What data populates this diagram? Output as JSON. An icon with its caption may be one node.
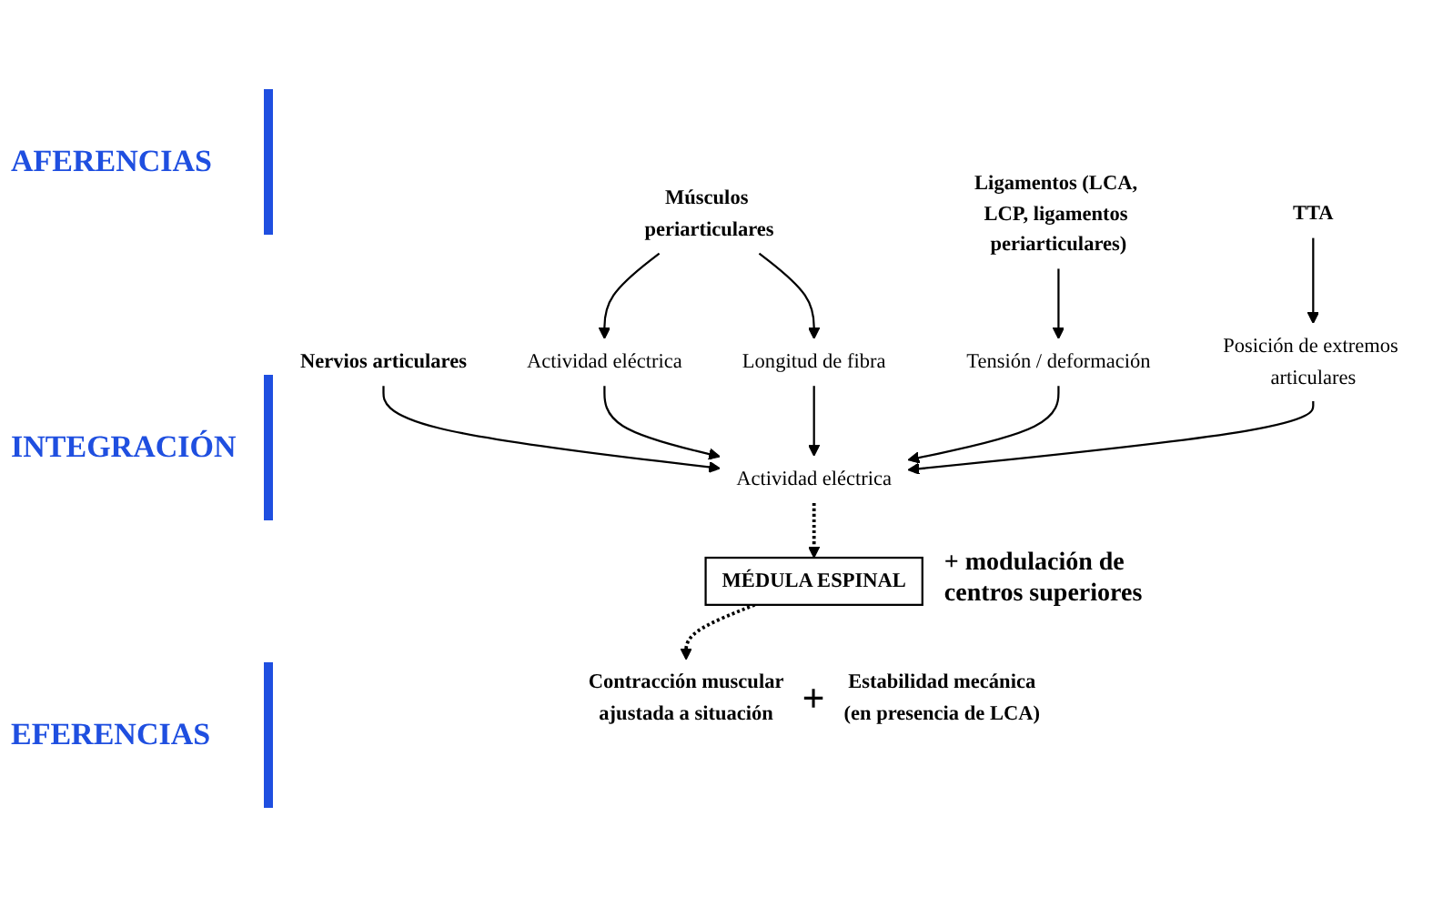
{
  "diagram": {
    "nodes": [
      {
        "text": [
          "Músculos periarticulares"
        ]
      },
      {
        "text": [
          "Nervios articulares"
        ]
      },
      {
        "text": [
          "Ligamentos (LCA, LCP, ligamentos periarticulares)"
        ]
      },
      {
        "text": [
          "TTA"
        ]
      },
      {
        "text": [
          "Actividad eléctrica"
        ]
      },
      {
        "text": [
          "Longitud de fibra"
        ]
      },
      {
        "text": [
          "Tensión / deformación"
        ]
      },
      {
        "text": [
          "Posición de extremos articulares"
        ]
      },
      {
        "text": [
          "Actividad eléctrica"
        ]
      },
      {
        "text": [
          "MÉDULA ESPINAL"
        ],
        "beside": [
          "+ modulación de centros superiores"
        ]
      },
      {
        "text": [
          "Contracción muscular",
          "ajustada a situación"
        ]
      },
      {
        "text": [
          "Estabilidad mecánica",
          "(en presencia de LCA)"
        ]
      }
    ],
    "edges": [
      {
        "from": 0,
        "to": 4,
        "arrow": "to"
      },
      {
        "from": 0,
        "to": 5,
        "arrow": "to"
      },
      {
        "from": 1,
        "to": 8,
        "arrow": "to"
      },
      {
        "from": 2,
        "to": 6,
        "arrow": "to"
      },
      {
        "from": 3,
        "to": 7,
        "arrow": "to"
      },
      {
        "from": 4,
        "to": 8,
        "arrow": "to"
      },
      {
        "from": 5,
        "to": 8,
        "arrow": "to"
      },
      {
        "from": 6,
        "to": 8,
        "arrow": "to"
      },
      {
        "from": 7,
        "to": 8,
        "arrow": "to"
      },
      {
        "from": 8,
        "to": 9,
        "arrow": "to",
        "style": "dashed"
      },
      {
        "from": 9,
        "to": 10,
        "arrow": "to",
        "style": "dashed"
      }
    ],
    "labels": [
      "AFERENCIAS",
      "INTEGRACIÓN",
      "EFERENCIAS",
      "+"
    ]
  }
}
